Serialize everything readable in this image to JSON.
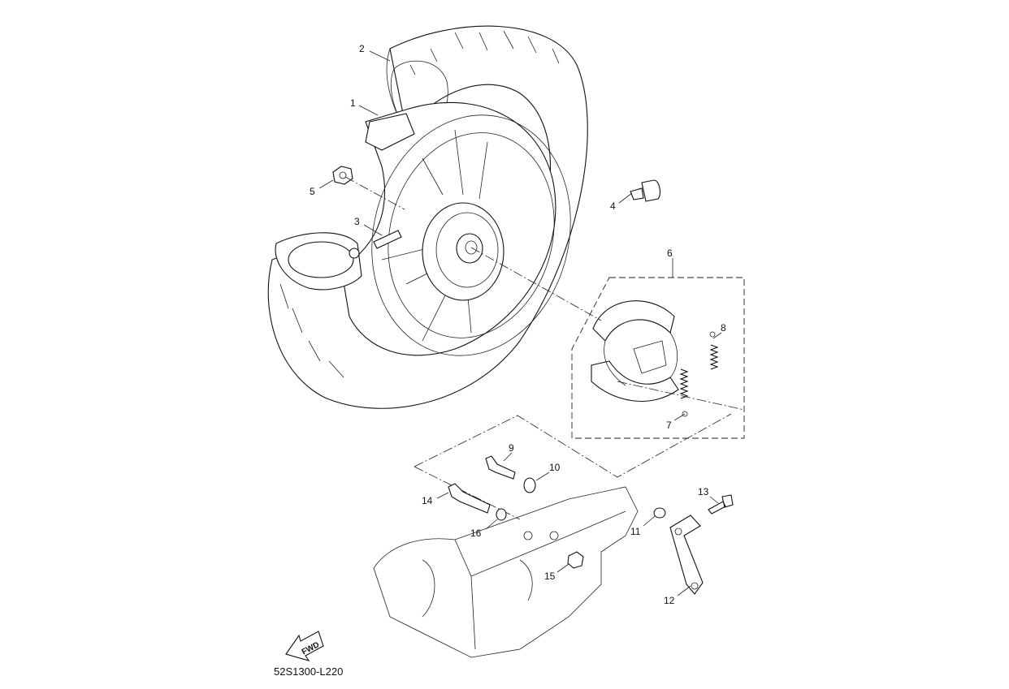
{
  "diagram": {
    "callouts": [
      "1",
      "2",
      "3",
      "4",
      "5",
      "6",
      "7",
      "8",
      "9",
      "10",
      "11",
      "12",
      "13",
      "14",
      "15",
      "16"
    ],
    "fwd_label": "FWD",
    "drawing_code": "52S1300-L220"
  }
}
